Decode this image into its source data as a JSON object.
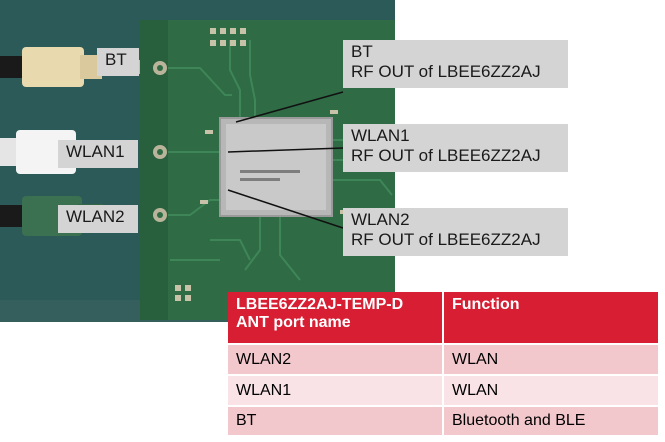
{
  "photo_labels": {
    "bt": "BT",
    "wlan1": "WLAN1",
    "wlan2": "WLAN2"
  },
  "callouts": {
    "bt": {
      "line1": "BT",
      "line2": "RF OUT of LBEE6ZZ2AJ"
    },
    "wlan1": {
      "line1": "WLAN1",
      "line2": "RF OUT of LBEE6ZZ2AJ"
    },
    "wlan2": {
      "line1": "WLAN2",
      "line2": "RF OUT of LBEE6ZZ2AJ"
    }
  },
  "table": {
    "header": {
      "col1_line1": "LBEE6ZZ2AJ-TEMP-D",
      "col1_line2": "ANT port name",
      "col2": "Function"
    },
    "rows": [
      {
        "port": "WLAN2",
        "function": "WLAN"
      },
      {
        "port": "WLAN1",
        "function": "WLAN"
      },
      {
        "port": "BT",
        "function": "Bluetooth and BLE"
      }
    ]
  },
  "colors": {
    "table_header": "#d81e33",
    "table_row_dark": "#f3c8cd",
    "table_row_light": "#f9e3e6",
    "pcb_green": "#2f6b45",
    "callout_bg": "#d4d4d4"
  }
}
